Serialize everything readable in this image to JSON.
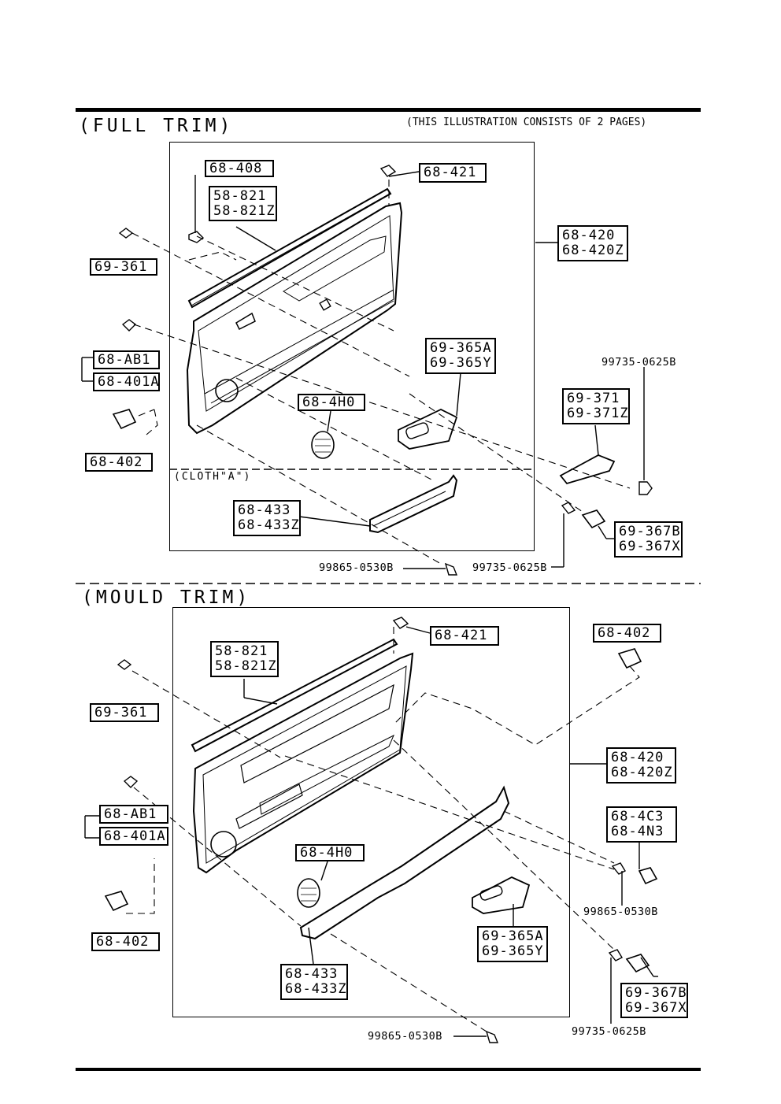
{
  "header": {
    "full_trim_title": "(FULL TRIM)",
    "note": "(THIS ILLUSTRATION CONSISTS OF  2 PAGES)",
    "mould_trim_title": "(MOULD TRIM)"
  },
  "full_trim": {
    "cloth_label": "(CLOTH\"A\")",
    "tags": {
      "t68_408": [
        "68-408"
      ],
      "t58_821": [
        "58-821",
        "58-821Z"
      ],
      "t68_421": [
        "68-421"
      ],
      "t68_420": [
        "68-420",
        "68-420Z"
      ],
      "t69_361": [
        "69-361"
      ],
      "t68_ab1": [
        "68-AB1"
      ],
      "t68_401a": [
        "68-401A"
      ],
      "t69_365": [
        "69-365A",
        "69-365Y"
      ],
      "t68_4h0": [
        "68-4H0"
      ],
      "t69_371": [
        "69-371",
        "69-371Z"
      ],
      "t68_402": [
        "68-402"
      ],
      "t68_433": [
        "68-433",
        "68-433Z"
      ],
      "t69_367": [
        "69-367B",
        "69-367X"
      ]
    },
    "plain": {
      "p99735_top": "99735-0625B",
      "p99865": "99865-0530B",
      "p99735_bottom": "99735-0625B"
    }
  },
  "mould_trim": {
    "tags": {
      "t68_421": [
        "68-421"
      ],
      "t58_821": [
        "58-821",
        "58-821Z"
      ],
      "t68_402_top": [
        "68-402"
      ],
      "t69_361": [
        "69-361"
      ],
      "t68_420": [
        "68-420",
        "68-420Z"
      ],
      "t68_ab1": [
        "68-AB1"
      ],
      "t68_401a": [
        "68-401A"
      ],
      "t68_4c3": [
        "68-4C3",
        "68-4N3"
      ],
      "t68_4h0": [
        "68-4H0"
      ],
      "t68_402_bottom": [
        "68-402"
      ],
      "t69_365": [
        "69-365A",
        "69-365Y"
      ],
      "t68_433": [
        "68-433",
        "68-433Z"
      ],
      "t69_367": [
        "69-367B",
        "69-367X"
      ]
    },
    "plain": {
      "p99865_right": "99865-0530B",
      "p99735": "99735-0625B",
      "p99865_bottom": "99865-0530B"
    }
  }
}
